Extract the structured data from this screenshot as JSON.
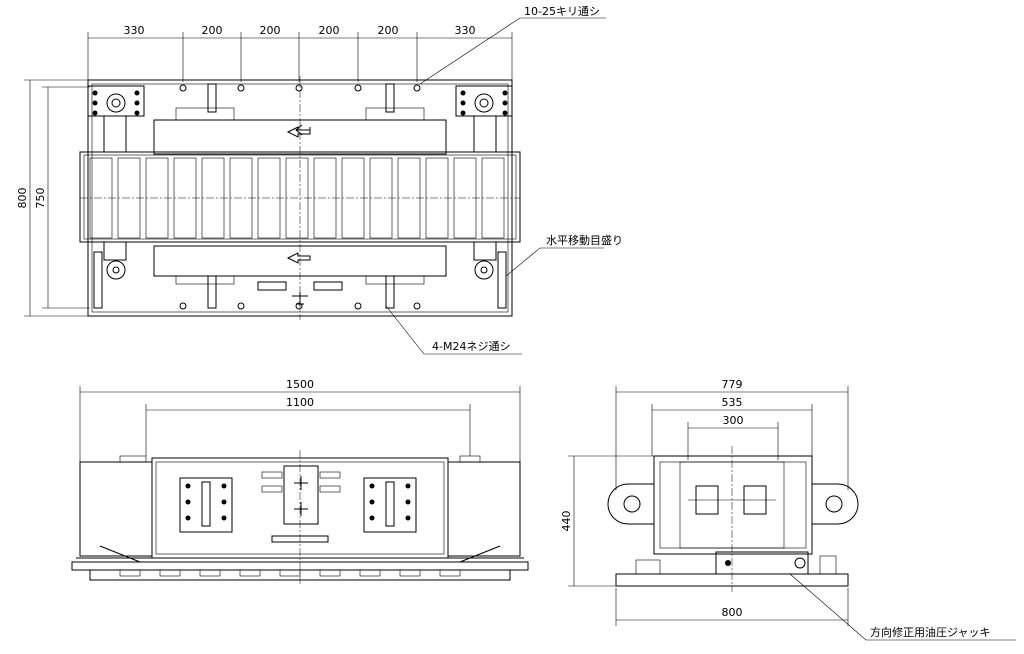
{
  "plan_view": {
    "dims_top": [
      "330",
      "200",
      "200",
      "200",
      "200",
      "330"
    ],
    "dim_overall_height": "800",
    "dim_inner_height": "750",
    "note_holes": "10-25キリ通シ",
    "note_scale": "水平移動目盛り",
    "note_thread": "4-M24ネジ通シ"
  },
  "front_view": {
    "dim_overall": "1500",
    "dim_inner": "1100"
  },
  "side_view": {
    "dim_top": "779",
    "dim_mid": "535",
    "dim_inner": "300",
    "dim_height": "440",
    "dim_bottom": "800",
    "note_jack": "方向修正用油圧ジャッキ"
  }
}
